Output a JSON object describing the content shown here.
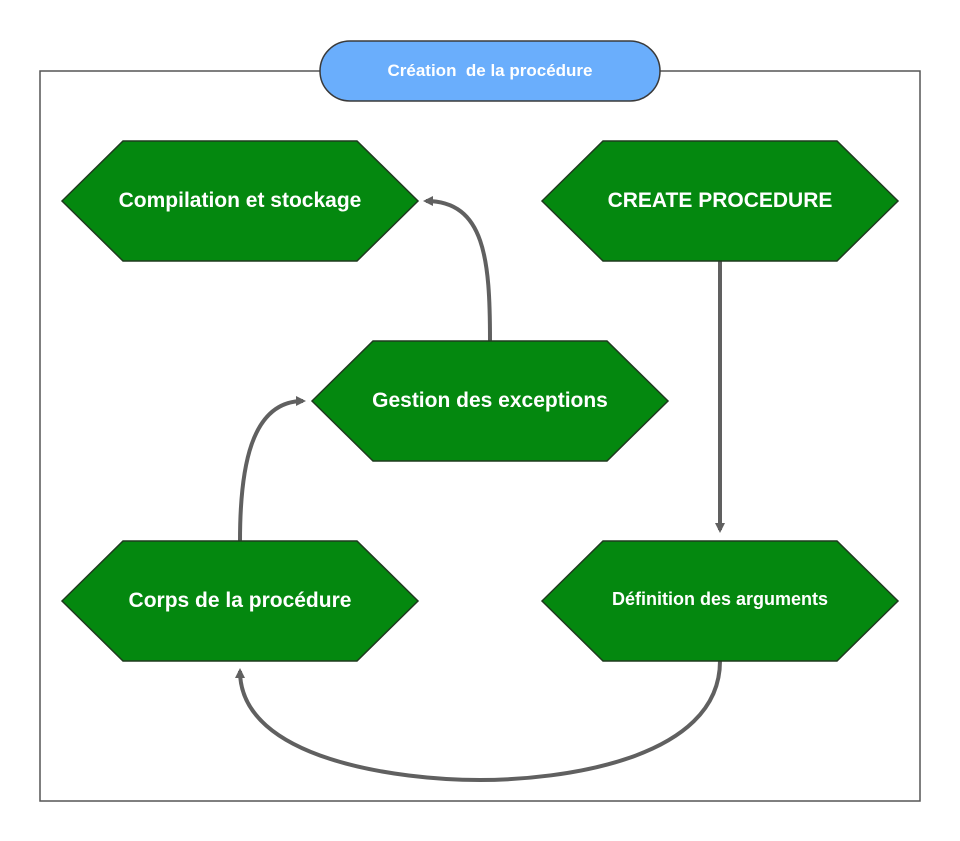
{
  "container": {
    "title": "Création  de la procédure",
    "title_fill": "#6aaefc",
    "border_color": "#555555"
  },
  "colors": {
    "node_fill": "#04880f",
    "node_stroke": "#1f3a1f",
    "connector": "#606060",
    "label_text": "#ffffff"
  },
  "nodes": {
    "create_procedure": {
      "label": "CREATE PROCEDURE",
      "shape": "hexagon"
    },
    "definition_arguments": {
      "label": "Définition des arguments",
      "shape": "hexagon"
    },
    "corps_procedure": {
      "label": "Corps de la procédure",
      "shape": "hexagon"
    },
    "gestion_exceptions": {
      "label": "Gestion des exceptions",
      "shape": "hexagon"
    },
    "compilation_stockage": {
      "label": "Compilation et stockage",
      "shape": "hexagon"
    }
  },
  "edges": [
    {
      "from": "create_procedure",
      "to": "definition_arguments"
    },
    {
      "from": "definition_arguments",
      "to": "corps_procedure"
    },
    {
      "from": "corps_procedure",
      "to": "gestion_exceptions"
    },
    {
      "from": "gestion_exceptions",
      "to": "compilation_stockage"
    }
  ]
}
